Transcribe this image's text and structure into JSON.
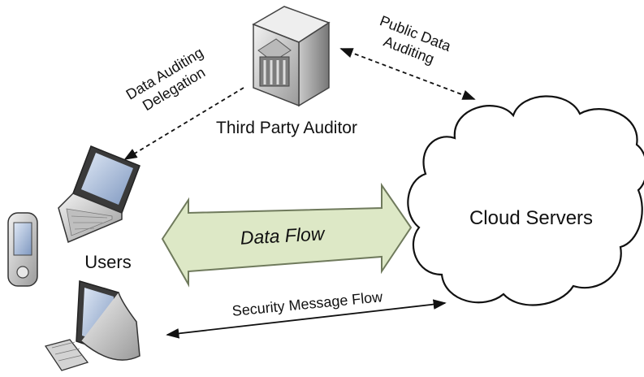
{
  "labels": {
    "third_party_auditor": "Third Party Auditor",
    "public_data_auditing_line1": "Public Data",
    "public_data_auditing_line2": "Auditing",
    "data_auditing_delegation_line1": "Data Auditing",
    "data_auditing_delegation_line2": "Delegation",
    "users": "Users",
    "data_flow": "Data Flow",
    "security_message_flow": "Security Message Flow",
    "cloud_servers": "Cloud Servers"
  },
  "colors": {
    "data_flow_fill": "#dde8c6",
    "data_flow_stroke": "#6f7a5c",
    "device_body": "#d9d9d9",
    "screen": "#9fb4d3",
    "line": "#111111"
  }
}
